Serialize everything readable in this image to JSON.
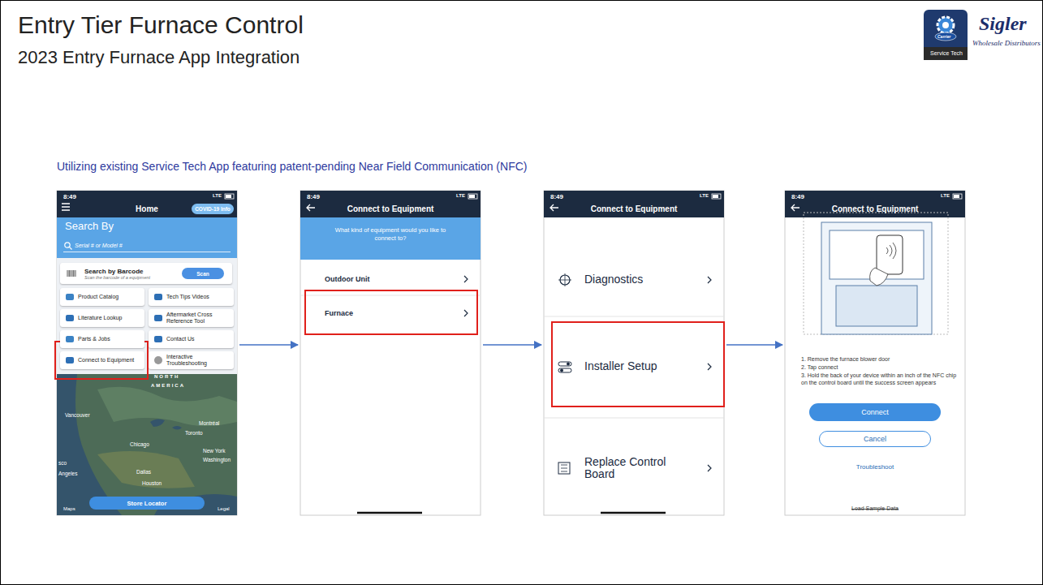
{
  "diagram": {
    "title": "Entry Tier Furnace Control",
    "nodes": [
      {
        "text": [
          "8:49",
          "Home"
        ]
      },
      {
        "text": [
          "COVID-19 Info"
        ],
        "in": 0
      },
      {
        "text": [
          "Search By"
        ],
        "in": 0
      },
      {
        "text": [
          "Serial # or Model #"
        ],
        "in": 2
      },
      {
        "text": [
          "Search by Barcode",
          "Scan the barcode of a equipment"
        ],
        "in": 0
      },
      {
        "text": [
          "Scan"
        ],
        "in": 4
      },
      {
        "text": [
          "Product Catalog"
        ],
        "in": 0
      },
      {
        "text": [
          "Tech Tips Videos"
        ],
        "in": 0
      },
      {
        "text": [
          "Literature Lookup"
        ],
        "in": 0
      },
      {
        "text": [
          "Aftermarket Cross Reference Tool"
        ],
        "in": 0
      },
      {
        "text": [
          "Parts & Jobs"
        ],
        "in": 0
      },
      {
        "text": [
          "Contact Us"
        ],
        "in": 0
      },
      {
        "text": [
          "Connect to Equipment"
        ],
        "in": 0
      },
      {
        "text": [
          "Interactive Troubleshooting"
        ],
        "in": 0
      },
      {
        "text": [
          "Store Locator"
        ],
        "in": 0
      },
      {
        "text": [
          "8:49",
          "Connect to Equipment",
          "What kind of equipment would you like to connect to?"
        ]
      },
      {
        "text": [
          "Outdoor Unit"
        ],
        "in": 15
      },
      {
        "text": [
          "Furnace"
        ],
        "in": 15
      },
      {
        "text": [
          "8:49",
          "Connect to Equipment"
        ]
      },
      {
        "text": [
          "Diagnostics"
        ],
        "in": 18
      },
      {
        "text": [
          "Installer Setup"
        ],
        "in": 18
      },
      {
        "text": [
          "Replace Control Board"
        ],
        "in": 18
      },
      {
        "text": [
          "8:49",
          "Connect to Equipment",
          "1. Remove the furnace blower door",
          "2. Tap connect",
          "3. Hold the back of your device within an inch of the NFC chip on the control board until the success screen appears",
          "Troubleshoot",
          "Load Sample Data"
        ]
      },
      {
        "text": [
          "Connect"
        ],
        "in": 22
      },
      {
        "text": [
          "Cancel"
        ],
        "in": 22
      }
    ],
    "edges": [
      {
        "from": 0,
        "to": 15,
        "arrow": "to"
      },
      {
        "from": 15,
        "to": 18,
        "arrow": "to"
      },
      {
        "from": 18,
        "to": 22,
        "arrow": "to"
      }
    ],
    "labels": [
      "2023 Entry Furnace App Integration",
      "Carrier",
      "Service Tech",
      "Sigler",
      "Wholesale Distributors",
      "Utilizing existing Service Tech App featuring patent-pending Near Field Communication (NFC)",
      "LTE",
      "LTE",
      "LTE",
      "LTE",
      "NORTH",
      "AMERICA",
      "Vancouver",
      "Montréal",
      "Toronto",
      "Chicago",
      "New York",
      "Washington",
      "sco",
      "Angeles",
      "Dallas",
      "Houston",
      "Maps",
      "Legal"
    ]
  }
}
